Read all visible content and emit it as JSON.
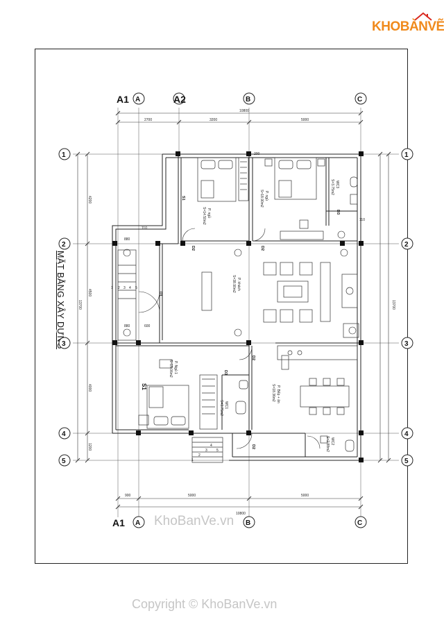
{
  "logo": {
    "text": "KHOBÀNVẼ",
    "color_main": "#f08a1c",
    "color_roof": "#d9281f"
  },
  "drawing_title": "MẶT BẰNG XÂY DỰNG",
  "watermark": {
    "mid": "KhoBanVe.vn",
    "bottom": "Copyright © KhoBanVe.vn"
  },
  "axes": {
    "top": [
      "A1",
      "A",
      "A2",
      "B",
      "C"
    ],
    "bottom": [
      "A1",
      "A",
      "B",
      "C"
    ],
    "left": [
      "1",
      "2",
      "3",
      "4",
      "5"
    ],
    "right": [
      "1",
      "2",
      "3",
      "4",
      "5"
    ]
  },
  "dimensions": {
    "top_total": "10800",
    "top_segments": [
      "2700",
      "3200",
      "5000"
    ],
    "bottom_total": "10800",
    "bottom_segments": [
      "900",
      "5000",
      "5000"
    ],
    "left_total": "13700",
    "left_segments": [
      "4200",
      "4500",
      "4000",
      "1200"
    ],
    "right_total": "13700",
    "misc": [
      "200",
      "110",
      "880",
      "600",
      "880",
      "110"
    ]
  },
  "rooms": {
    "bed_top_left": {
      "name": "P. ngủ",
      "area": "S=14.50m2"
    },
    "bed_top_right": {
      "name": "P. ngủ",
      "area": "S=18.90m2"
    },
    "wc_top": {
      "name": "WC3",
      "area": "S=3.75m2"
    },
    "living": {
      "name": "P. khách",
      "area": "S=38.90m2"
    },
    "bed_bottom": {
      "name": "P. Ngủ 1",
      "area": "S=15.06m2"
    },
    "wc1": {
      "name": "WC1",
      "area": "S=3.75m2"
    },
    "kitchen": {
      "name": "P. Bếp + ăn",
      "area": "S=18.36m2"
    },
    "wc2": {
      "name": "WC2",
      "area": "S=2.88m2"
    }
  },
  "labels": {
    "doors": [
      "D2",
      "D2",
      "D1",
      "D2",
      "D3",
      "D2",
      "D3"
    ],
    "windows": [
      "S1",
      "S1"
    ],
    "stair_left": [
      "1",
      "2",
      "3",
      "4",
      "5"
    ],
    "stair_bottom": [
      "1",
      "2",
      "3",
      "4",
      "5"
    ]
  }
}
